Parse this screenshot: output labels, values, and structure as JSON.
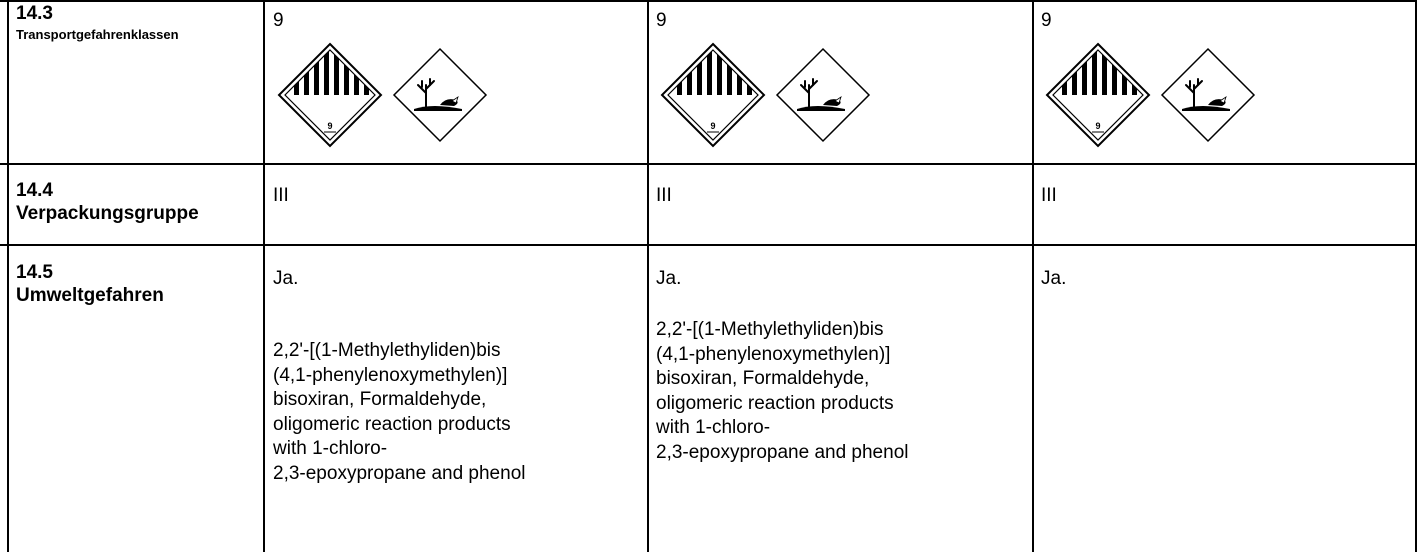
{
  "rows": [
    {
      "number": "14.3",
      "title": "Transportgefahrenklassen",
      "cells": [
        {
          "class_text": "9",
          "label_class_digit": "9"
        },
        {
          "class_text": "9",
          "label_class_digit": "9"
        },
        {
          "class_text": "9",
          "label_class_digit": "9"
        }
      ],
      "icons": [
        "class-9-hazard-icon",
        "environmental-hazard-icon"
      ]
    },
    {
      "number": "14.4",
      "title": "Verpackungsgruppe",
      "cells": [
        "III",
        "III",
        "III"
      ]
    },
    {
      "number": "14.5",
      "title": "Umweltgefahren",
      "cells": [
        {
          "answer": "Ja.",
          "lines": [
            "2,2'-[(1-Methylethyliden)bis",
            "(4,1-phenylenoxymethylen)]",
            "bisoxiran, Formaldehyde,",
            "oligomeric reaction products",
            "with 1-chloro-",
            "2,3-epoxypropane and phenol"
          ]
        },
        {
          "answer": "Ja.",
          "lines": [
            "2,2'-[(1-Methylethyliden)bis",
            "(4,1-phenylenoxymethylen)]",
            "bisoxiran, Formaldehyde,",
            "oligomeric reaction products",
            "with 1-chloro-",
            "2,3-epoxypropane and phenol"
          ]
        },
        {
          "answer": "Ja."
        }
      ]
    }
  ]
}
